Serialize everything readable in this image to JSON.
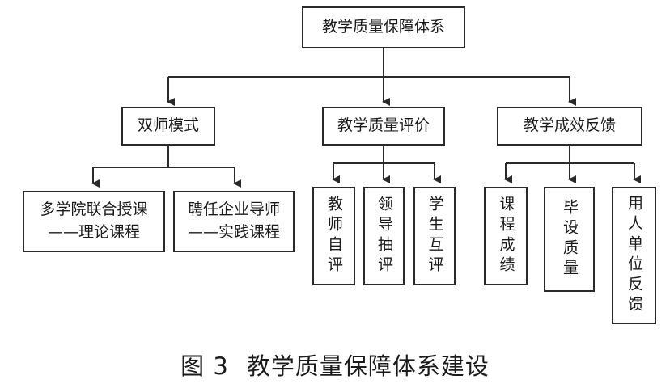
{
  "diagram": {
    "root": "教学质量保障体系",
    "branches": [
      {
        "label": "双师模式",
        "children": [
          {
            "line1": "多学院联合授课",
            "line2": "——理论课程"
          },
          {
            "line1": "聘任企业导师",
            "line2": "——实践课程"
          }
        ]
      },
      {
        "label": "教学质量评价",
        "children": [
          "教师自评",
          "领导抽评",
          "学生互评"
        ]
      },
      {
        "label": "教学成效反馈",
        "children": [
          "课程成绩",
          "毕设质量",
          "用人单位反馈"
        ]
      }
    ]
  },
  "caption": {
    "figure_number": "图 3",
    "title": "教学质量保障体系建设"
  },
  "colors": {
    "line": "#2a2a2a",
    "text": "#1a1a1a",
    "background": "#ffffff"
  }
}
